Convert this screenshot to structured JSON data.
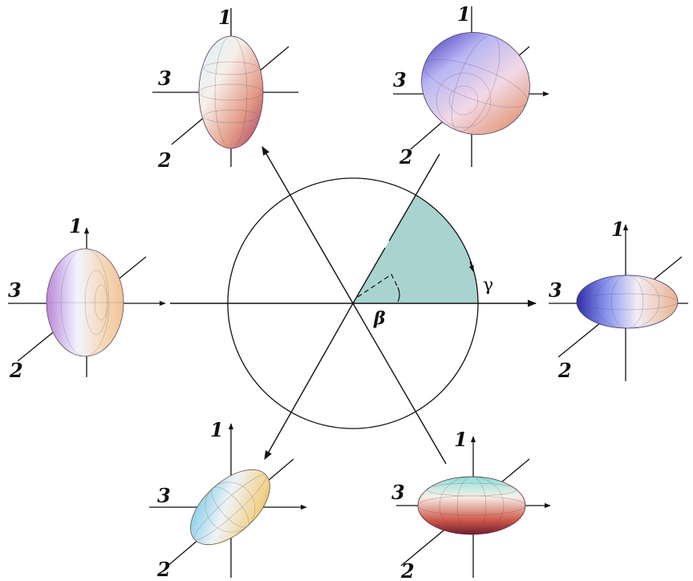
{
  "labels": {
    "gamma": "γ",
    "beta": "β"
  },
  "axis_labels": {
    "axis1": "1",
    "axis2": "2",
    "axis3": "3"
  },
  "colors": {
    "sector_fill": "#a9d3d0",
    "line": "#111111"
  },
  "ellipsoids": [
    {
      "name": "ellipsoid-top-left",
      "shape": "prolate along axis 1"
    },
    {
      "name": "ellipsoid-top-right",
      "shape": "triaxial"
    },
    {
      "name": "ellipsoid-left",
      "shape": "oblate"
    },
    {
      "name": "ellipsoid-right",
      "shape": "prolate along axis 3"
    },
    {
      "name": "ellipsoid-bottom-left",
      "shape": "prolate along axis 2"
    },
    {
      "name": "ellipsoid-bottom-right",
      "shape": "oblate"
    }
  ]
}
